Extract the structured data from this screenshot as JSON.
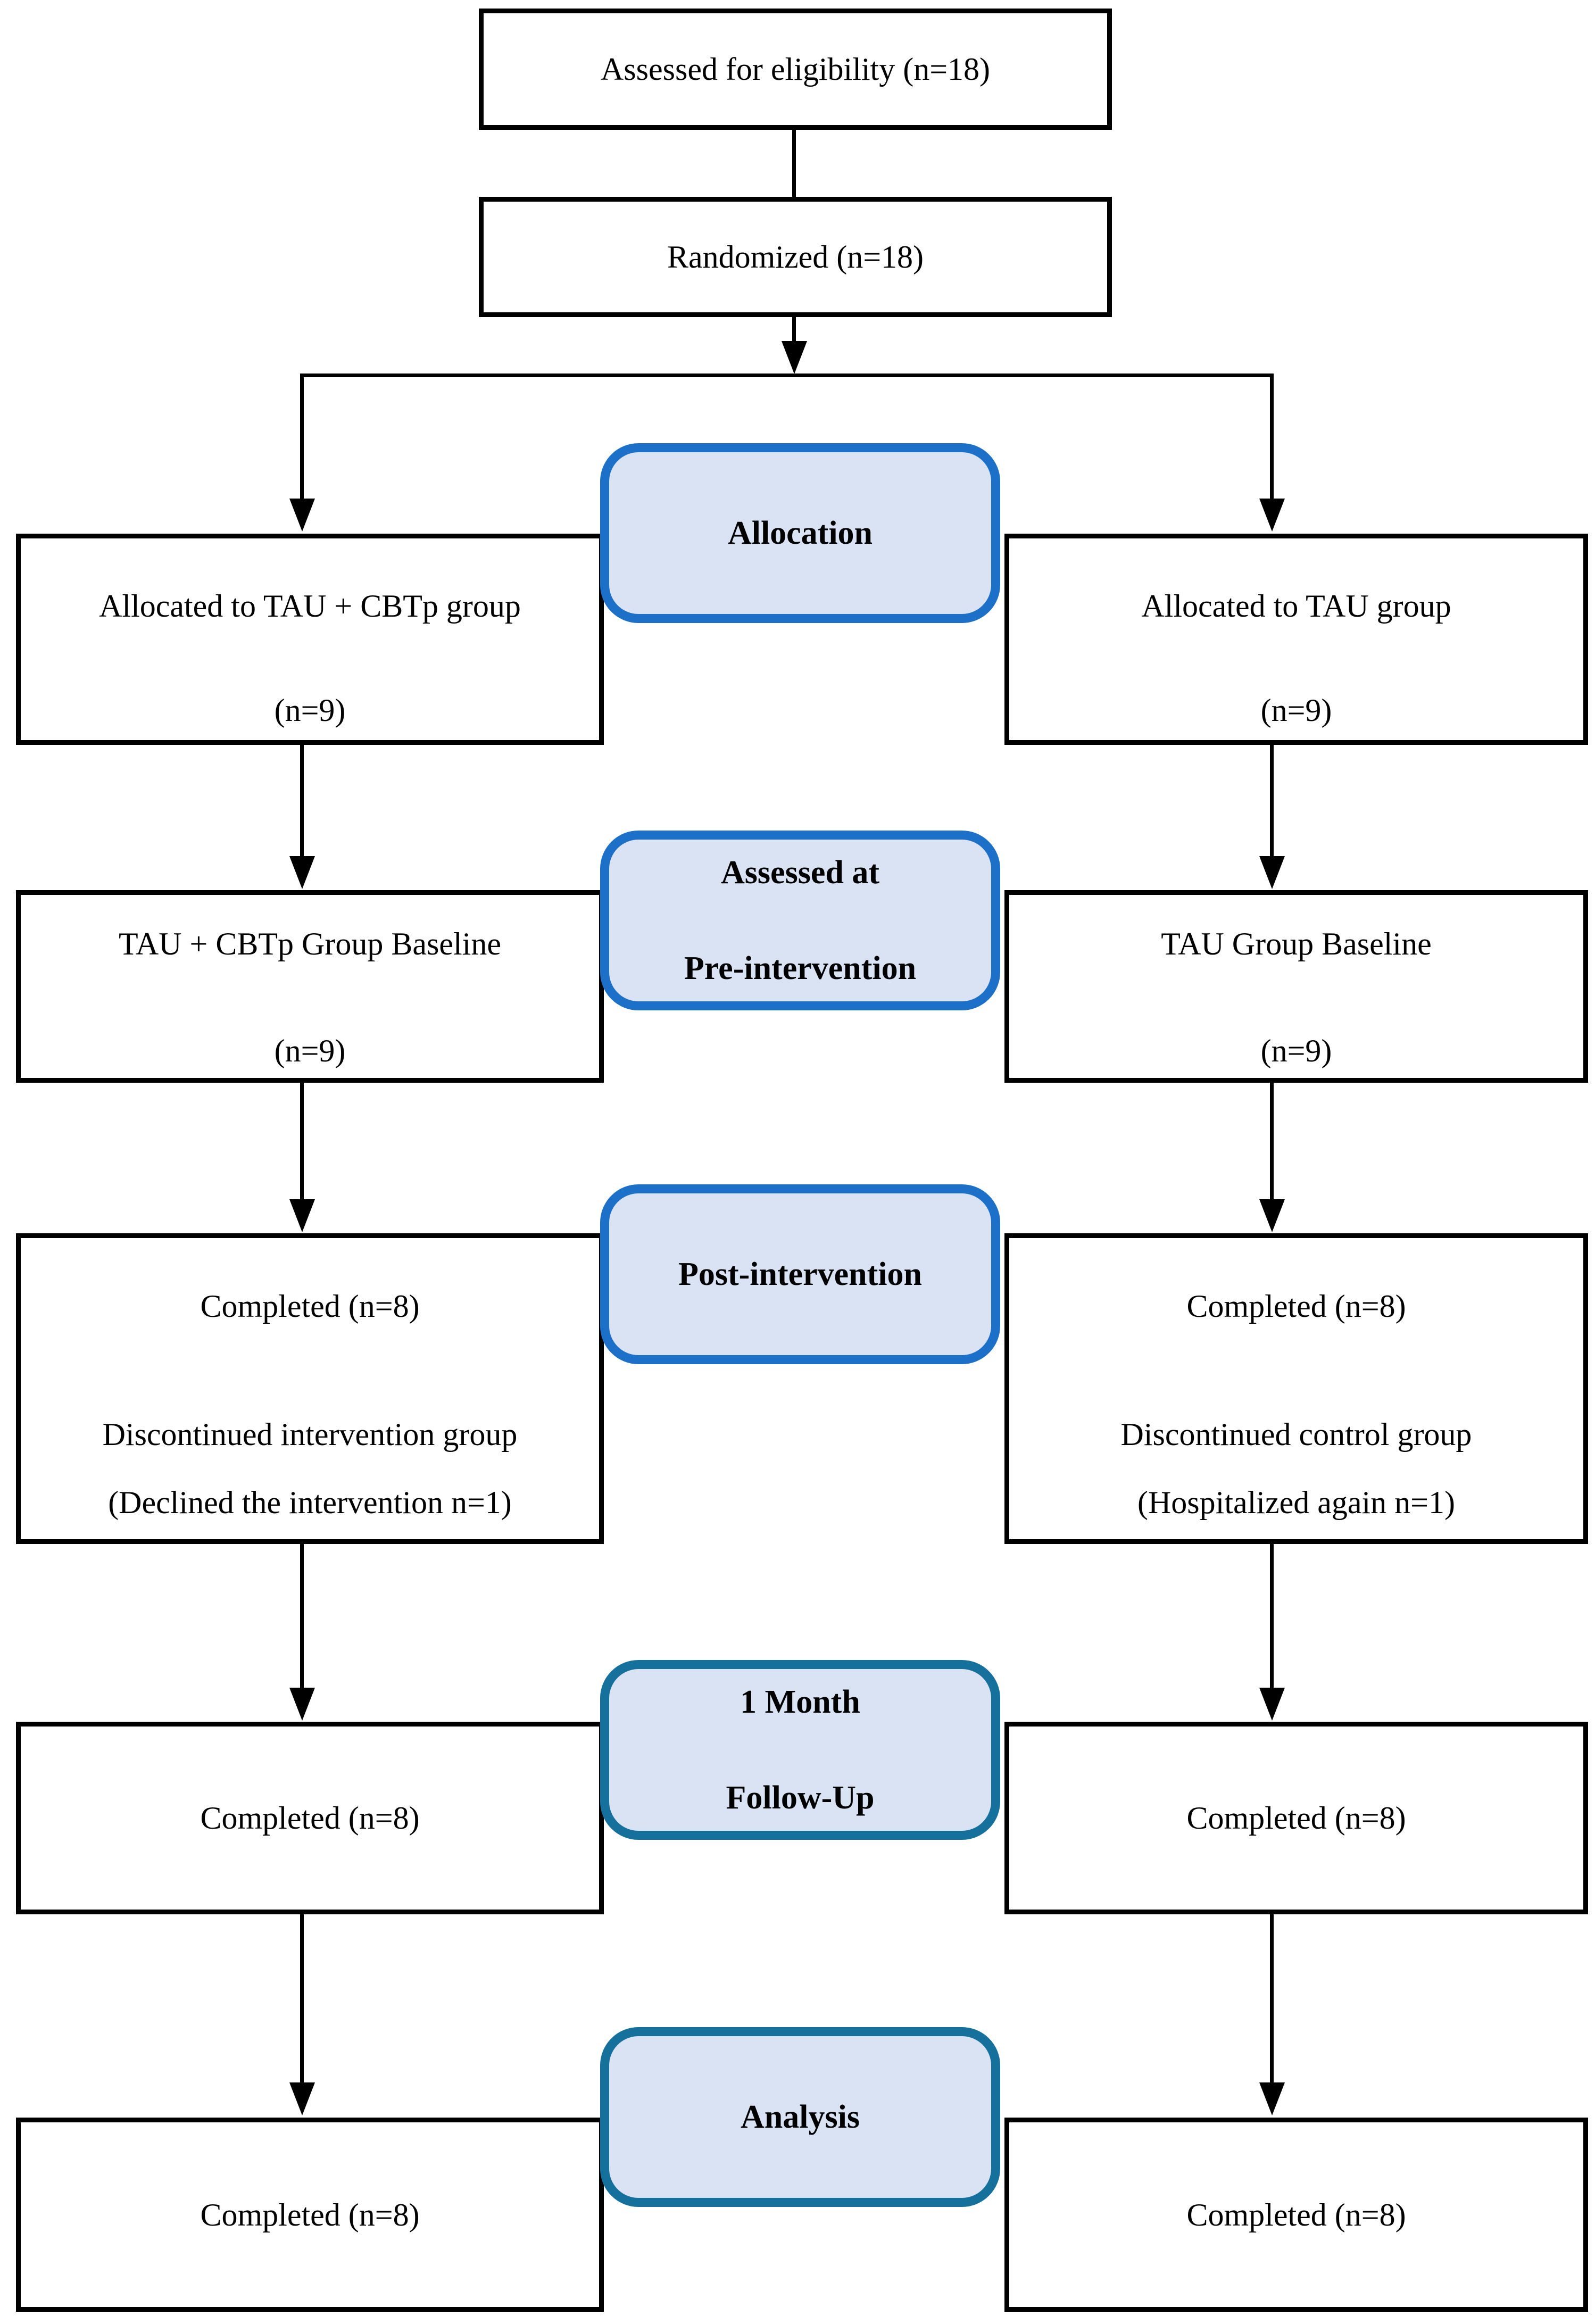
{
  "figure": {
    "type": "consort-flow-diagram",
    "background": "#ffffff",
    "box_border_color": "#000000",
    "pill_fill": "#D9E3F3",
    "pill_border_blue": "#1D70C8",
    "pill_border_teal": "#15719C"
  },
  "top": {
    "eligibility": "Assessed for eligibility (n=18)",
    "randomized": "Randomized (n=18)"
  },
  "stages": {
    "allocation": {
      "label": "Allocation"
    },
    "pre_intervention": {
      "line1": "Assessed at",
      "line2": "Pre-intervention"
    },
    "post_intervention": {
      "label": "Post-intervention"
    },
    "follow_up": {
      "line1": "1 Month",
      "line2": "Follow-Up"
    },
    "analysis": {
      "label": "Analysis"
    }
  },
  "left_column": {
    "allocated": {
      "line1": "Allocated to TAU + CBTp group",
      "line2": "(n=9)"
    },
    "baseline": {
      "line1": "TAU + CBTp Group Baseline",
      "line2": "(n=9)"
    },
    "post": {
      "line1": "Completed (n=8)",
      "line2": "Discontinued intervention group",
      "line3": "(Declined the intervention n=1)"
    },
    "follow_up": {
      "line1": "Completed (n=8)"
    },
    "analysis": {
      "line1": "Completed (n=8)"
    }
  },
  "right_column": {
    "allocated": {
      "line1": "Allocated to TAU group",
      "line2": "(n=9)"
    },
    "baseline": {
      "line1": "TAU Group Baseline",
      "line2": "(n=9)"
    },
    "post": {
      "line1": "Completed (n=8)",
      "line2": "Discontinued control group",
      "line3": "(Hospitalized again n=1)"
    },
    "follow_up": {
      "line1": "Completed (n=8)"
    },
    "analysis": {
      "line1": "Completed (n=8)"
    }
  }
}
